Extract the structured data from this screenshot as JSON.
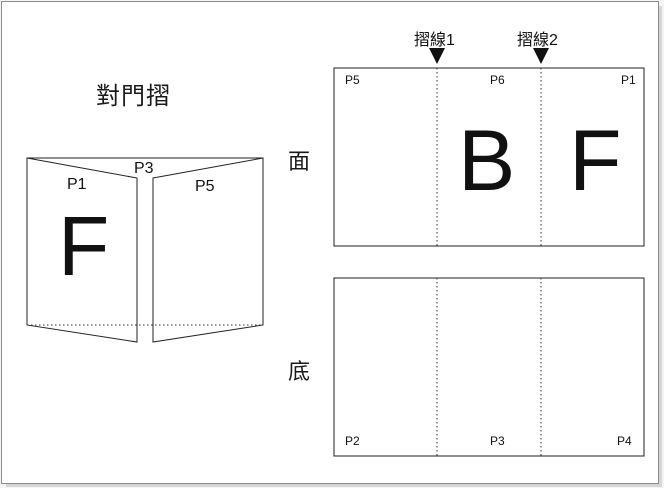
{
  "title": "對門摺",
  "face_label": "面",
  "base_label": "底",
  "fold_lines": [
    "摺線1",
    "摺線2"
  ],
  "folded_model": {
    "left_panel": {
      "page": "P1",
      "letter": "F"
    },
    "middle_page": "P3",
    "right_panel": {
      "page": "P5"
    }
  },
  "face_sheet": {
    "pages": [
      "P5",
      "P6",
      "P1"
    ],
    "letters": [
      "B",
      "F"
    ]
  },
  "base_sheet": {
    "pages": [
      "P2",
      "P3",
      "P4"
    ]
  }
}
